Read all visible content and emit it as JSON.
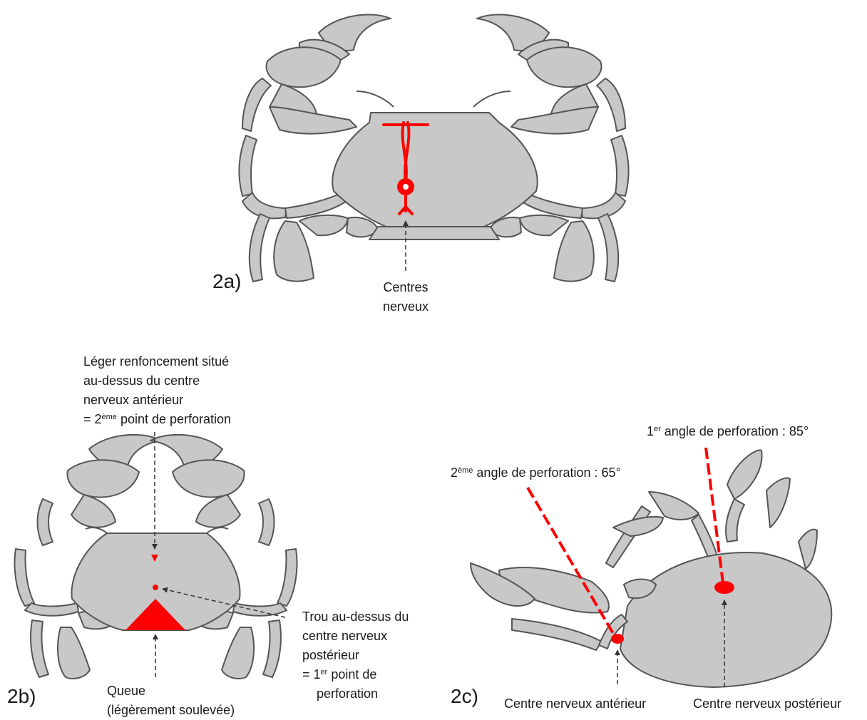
{
  "colors": {
    "body": "#c8c8c8",
    "outline": "#555555",
    "nerve": "#ff0000",
    "arrow": "#333333"
  },
  "panel_a": {
    "id": "2a)",
    "label_line1": "Centres",
    "label_line2": "nerveux"
  },
  "panel_b": {
    "id": "2b)",
    "top_line1": "Léger renfoncement situé",
    "top_line2": "au-dessus du centre",
    "top_line3": "nerveux antérieur",
    "top_line4_prefix": "= 2",
    "top_line4_sup": "ème",
    "top_line4_suffix": " point de perforation",
    "right_line1": "Trou au-dessus du",
    "right_line2": "centre nerveux",
    "right_line3": "postérieur",
    "right_line4_prefix": "= 1",
    "right_line4_sup": "er",
    "right_line4_suffix": " point de",
    "right_line5": "perforation",
    "bottom_line1": "Queue",
    "bottom_line2": "(légèrement soulevée)"
  },
  "panel_c": {
    "id": "2c)",
    "angle1_prefix": "1",
    "angle1_sup": "er",
    "angle1_suffix": " angle de perforation : 85°",
    "angle2_prefix": "2",
    "angle2_sup": "ème",
    "angle2_suffix": " angle de perforation : 65°",
    "anterior_label": "Centre nerveux antérieur",
    "posterior_label": "Centre nerveux postérieur"
  }
}
